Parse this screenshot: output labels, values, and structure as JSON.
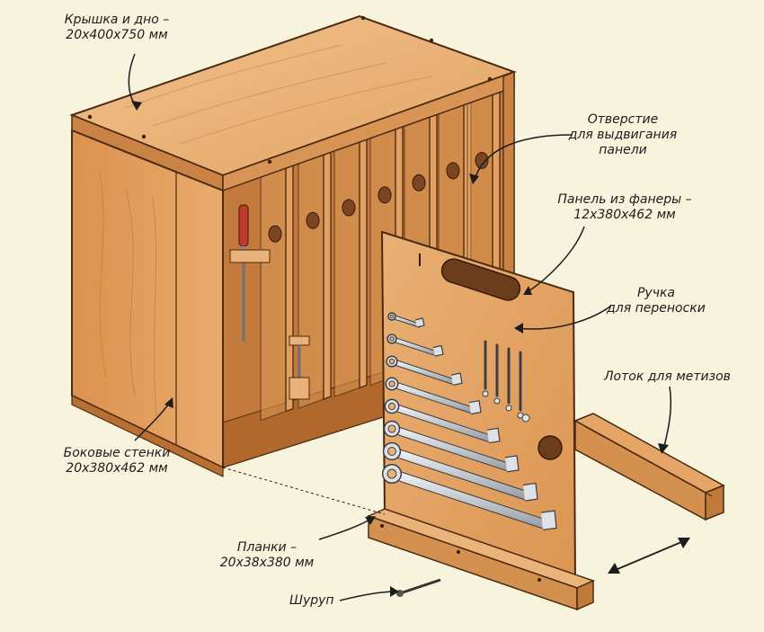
{
  "labels": {
    "lid": {
      "line1": "Крышка и дно –",
      "line2": "20x400x750 мм"
    },
    "hole": {
      "line1": "Отверстие",
      "line2": "для выдвигания",
      "line3": "панели"
    },
    "panel": {
      "line1": "Панель из фанеры –",
      "line2": "12x380x462 мм"
    },
    "handle": {
      "line1": "Ручка",
      "line2": "для переноски"
    },
    "tray": {
      "line1": "Лоток для метизов"
    },
    "sides": {
      "line1": "Боковые стенки",
      "line2": "20x380x462 мм"
    },
    "slats": {
      "line1": "Планки –",
      "line2": "20x38x380 мм"
    },
    "screw": {
      "line1": "Шуруп"
    }
  },
  "colors": {
    "wood_light": "#e8a96a",
    "wood_mid": "#d98e4c",
    "wood_dark": "#b86e32",
    "outline": "#4a2a12",
    "background": "#f7f3dc",
    "metal": "#cfd3d8"
  },
  "tools": {
    "wrenches": 8,
    "small_keys": 4
  }
}
